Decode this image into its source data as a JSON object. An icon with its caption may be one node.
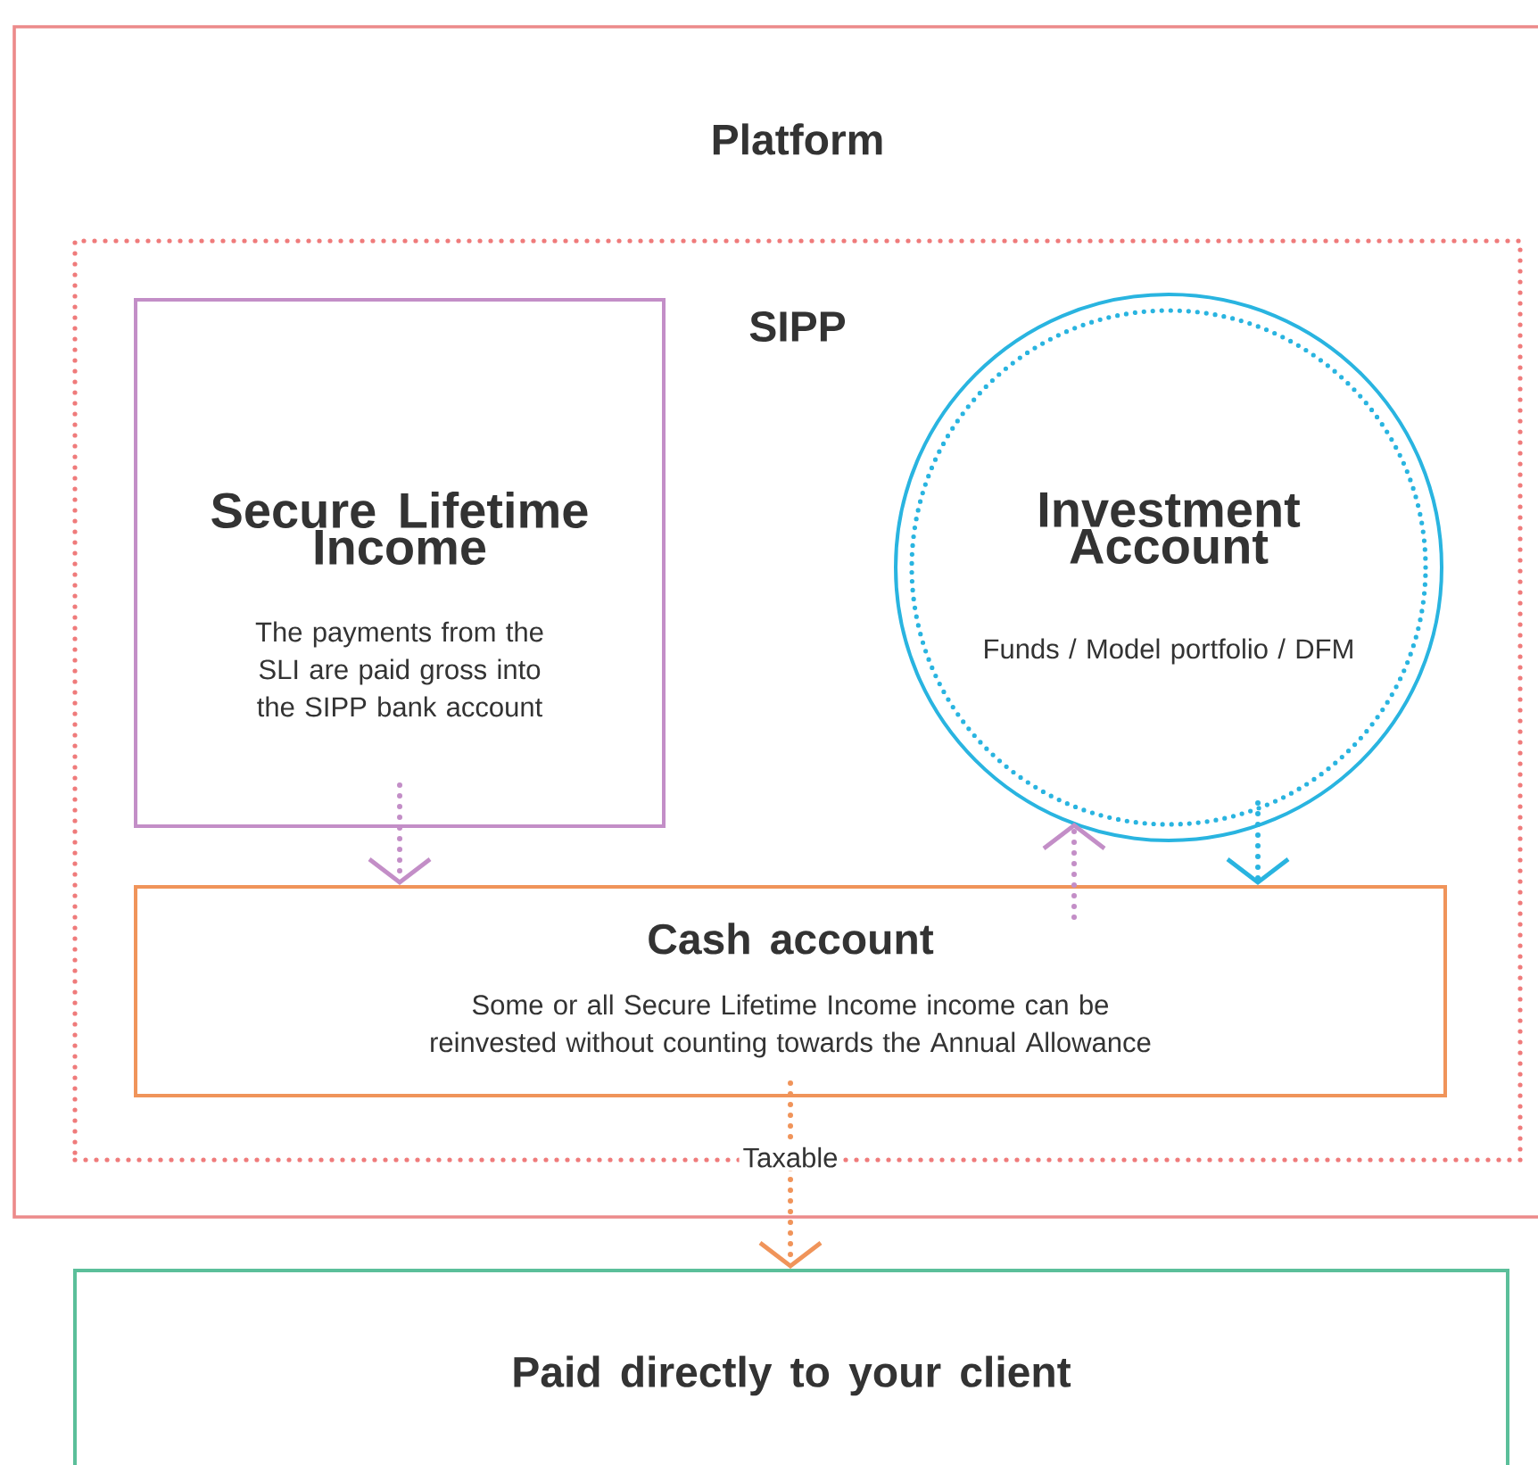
{
  "diagram": {
    "nodes": [
      {
        "text": [
          "Platform"
        ]
      },
      {
        "text": [
          "SIPP"
        ],
        "in": 0
      },
      {
        "text": [
          "Secure Lifetime Income",
          "The payments from the SLI are paid gross into the SIPP bank account"
        ],
        "in": 1
      },
      {
        "text": [
          "Investment Account",
          "Funds / Model portfolio / DFM"
        ],
        "in": 1
      },
      {
        "text": [
          "Cash account",
          "Some or all Secure Lifetime Income income can be reinvested without counting towards the Annual Allowance"
        ],
        "in": 1
      },
      {
        "text": [
          "Paid directly to your client"
        ]
      }
    ],
    "edges": [
      {
        "from": 2,
        "to": 4,
        "arrow": "to",
        "style": "dashed",
        "color": "#c38ec7"
      },
      {
        "from": 4,
        "to": 3,
        "arrow": "to",
        "style": "dashed",
        "color": "#c38ec7"
      },
      {
        "from": 3,
        "to": 4,
        "arrow": "to",
        "style": "dashed",
        "color": "#29b4e0"
      },
      {
        "from": 4,
        "to": 5,
        "arrow": "to",
        "label": "Taxable",
        "style": "dashed",
        "color": "#f0945a"
      }
    ]
  }
}
